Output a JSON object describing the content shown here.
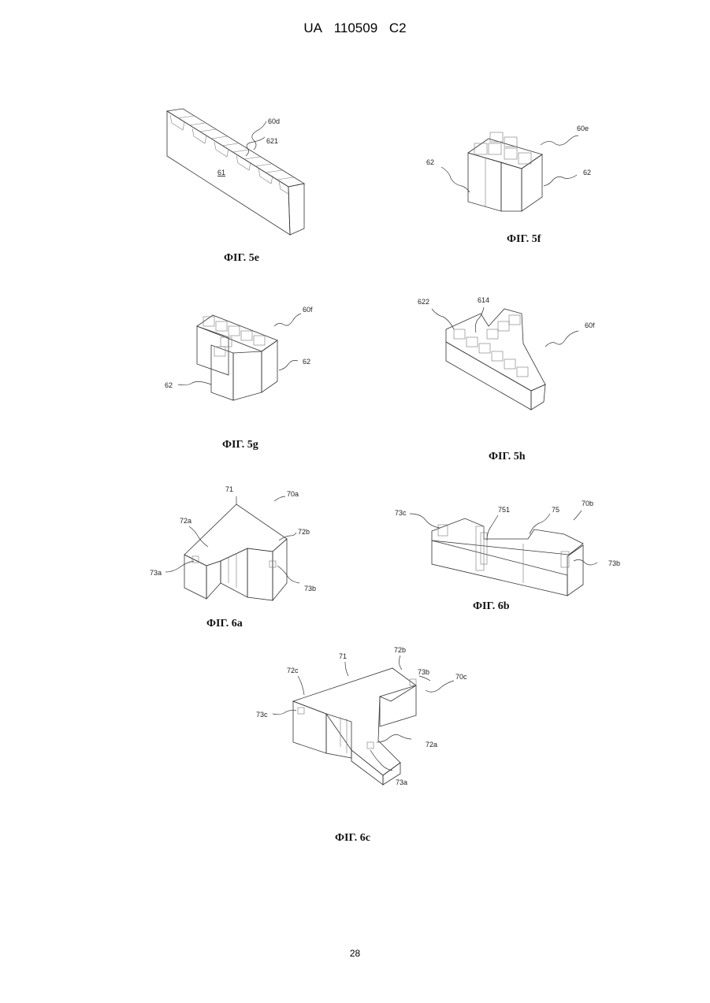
{
  "header": {
    "country": "UA",
    "number": "110509",
    "kind": "C2"
  },
  "page_number": "28",
  "figures": {
    "fig5e": {
      "caption": "ФІГ. 5e",
      "labels": {
        "l60d": "60d",
        "l621": "621",
        "l61": "61"
      }
    },
    "fig5f": {
      "caption": "ФІГ. 5f",
      "labels": {
        "l60e": "60e",
        "l62a": "62",
        "l62b": "62"
      }
    },
    "fig5g": {
      "caption": "ФІГ. 5g",
      "labels": {
        "l60f": "60f",
        "l62a": "62",
        "l62b": "62"
      }
    },
    "fig5h": {
      "caption": "ФІГ. 5h",
      "labels": {
        "l622": "622",
        "l614": "614",
        "l60f": "60f"
      }
    },
    "fig6a": {
      "caption": "ФІГ. 6a",
      "labels": {
        "l71": "71",
        "l70a": "70a",
        "l72a": "72a",
        "l72b": "72b",
        "l73a": "73a",
        "l73b": "73b"
      }
    },
    "fig6b": {
      "caption": "ФІГ. 6b",
      "labels": {
        "l73c": "73c",
        "l751": "751",
        "l75": "75",
        "l70b": "70b",
        "l73b": "73b"
      }
    },
    "fig6c": {
      "caption": "ФІГ. 6c",
      "labels": {
        "l71": "71",
        "l72b": "72b",
        "l72c": "72c",
        "l73b": "73b",
        "l70c": "70c",
        "l73c": "73c",
        "l72a": "72a",
        "l73a": "73a"
      }
    }
  }
}
